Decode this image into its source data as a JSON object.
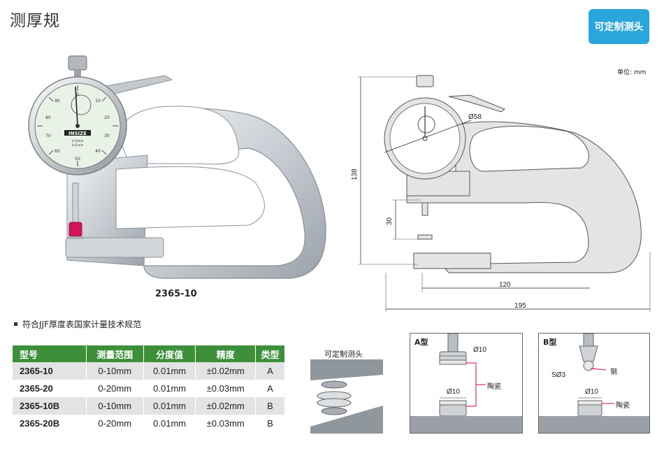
{
  "header": {
    "title": "测厚规",
    "badge": "可定制测头",
    "unit": "单位: mm"
  },
  "photo": {
    "caption": "2365-10",
    "dial_brand": "INSIZE",
    "dial_range": "0-10mm",
    "dial_graduation": "0.01mm",
    "dial_numbers": [
      "0",
      "10",
      "20",
      "30",
      "40",
      "50",
      "60",
      "70",
      "80",
      "90"
    ]
  },
  "drawing": {
    "dims": {
      "height": "138",
      "gap": "30",
      "diameter": "Ø58",
      "depth": "120",
      "length": "195"
    }
  },
  "standard_note": "符合JJF厚度表国家计量技术规范",
  "spec_table": {
    "headers": [
      "型号",
      "测量范围",
      "分度值",
      "精度",
      "类型"
    ],
    "rows": [
      [
        "2365-10",
        "0-10mm",
        "0.01mm",
        "±0.02mm",
        "A"
      ],
      [
        "2365-20",
        "0-20mm",
        "0.01mm",
        "±0.03mm",
        "A"
      ],
      [
        "2365-10B",
        "0-10mm",
        "0.01mm",
        "±0.02mm",
        "B"
      ],
      [
        "2365-20B",
        "0-20mm",
        "0.01mm",
        "±0.03mm",
        "B"
      ]
    ]
  },
  "custom_head": {
    "title": "可定制测头"
  },
  "type_a": {
    "title": "A型",
    "top_dia": "Ø10",
    "bottom_dia": "Ø10",
    "material": "陶瓷"
  },
  "type_b": {
    "title": "B型",
    "ball": "SØ3",
    "steel": "钢",
    "bottom_dia": "Ø10",
    "material": "陶瓷"
  },
  "colors": {
    "accent_blue": "#2aa6dd",
    "table_header_green": "#3d8f3a",
    "leader_red": "#e0004d"
  }
}
